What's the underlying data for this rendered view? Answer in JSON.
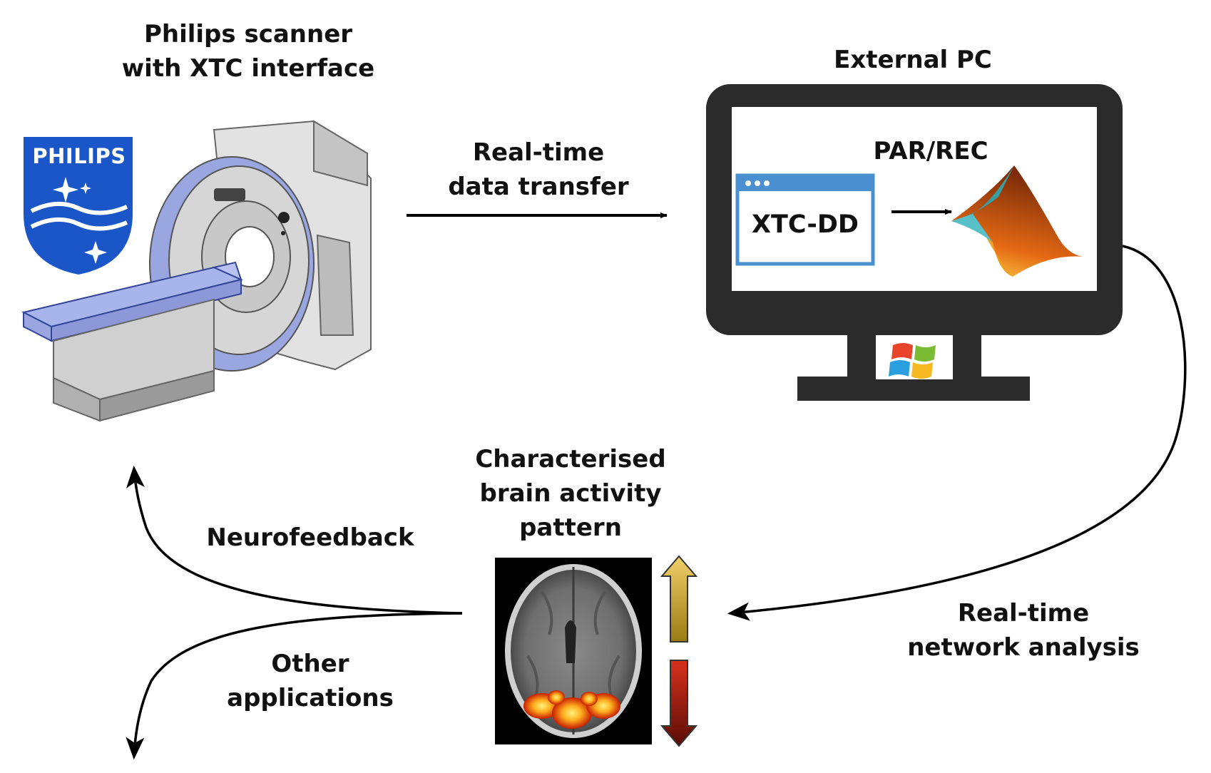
{
  "scanner": {
    "title_line1": "Philips scanner",
    "title_line2": "with XTC interface",
    "logo_text": "PHILIPS"
  },
  "pc": {
    "title": "External PC",
    "format_label": "PAR/REC",
    "app_label": "XTC-DD"
  },
  "transfer": {
    "line1": "Real-time",
    "line2": "data transfer"
  },
  "brain": {
    "line1": "Characterised",
    "line2": "brain activity",
    "line3": "pattern"
  },
  "network": {
    "line1": "Real-time",
    "line2": "network analysis"
  },
  "feedback": {
    "label": "Neurofeedback"
  },
  "other": {
    "line1": "Other",
    "line2": "applications"
  }
}
